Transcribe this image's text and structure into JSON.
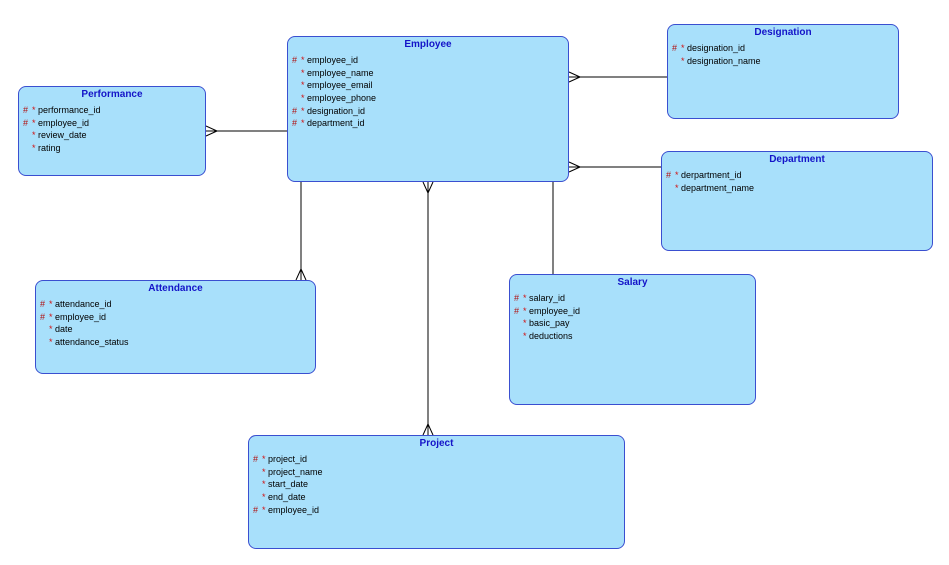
{
  "entities": {
    "employee": {
      "title": "Employee",
      "attributes": [
        {
          "key": "#",
          "req": "*",
          "name": "employee_id"
        },
        {
          "key": "",
          "req": "*",
          "name": "employee_name"
        },
        {
          "key": "",
          "req": "*",
          "name": "employee_email"
        },
        {
          "key": "",
          "req": "*",
          "name": "employee_phone"
        },
        {
          "key": "#",
          "req": "*",
          "name": "designation_id"
        },
        {
          "key": "#",
          "req": "*",
          "name": "department_id"
        }
      ]
    },
    "designation": {
      "title": "Designation",
      "attributes": [
        {
          "key": "#",
          "req": "*",
          "name": "designation_id"
        },
        {
          "key": "",
          "req": "*",
          "name": "designation_name"
        }
      ]
    },
    "performance": {
      "title": "Performance",
      "attributes": [
        {
          "key": "#",
          "req": "*",
          "name": "performance_id"
        },
        {
          "key": "#",
          "req": "*",
          "name": "employee_id"
        },
        {
          "key": "",
          "req": "*",
          "name": "review_date"
        },
        {
          "key": "",
          "req": "*",
          "name": "rating"
        }
      ]
    },
    "department": {
      "title": "Department",
      "attributes": [
        {
          "key": "#",
          "req": "*",
          "name": "derpartment_id"
        },
        {
          "key": "",
          "req": "*",
          "name": "department_name"
        }
      ]
    },
    "attendance": {
      "title": "Attendance",
      "attributes": [
        {
          "key": "#",
          "req": "*",
          "name": "attendance_id"
        },
        {
          "key": "#",
          "req": "*",
          "name": "employee_id"
        },
        {
          "key": "",
          "req": "*",
          "name": "date"
        },
        {
          "key": "",
          "req": "*",
          "name": "attendance_status"
        }
      ]
    },
    "salary": {
      "title": "Salary",
      "attributes": [
        {
          "key": "#",
          "req": "*",
          "name": "salary_id"
        },
        {
          "key": "#",
          "req": "*",
          "name": "employee_id"
        },
        {
          "key": "",
          "req": "*",
          "name": "basic_pay"
        },
        {
          "key": "",
          "req": "*",
          "name": "deductions"
        }
      ]
    },
    "project": {
      "title": "Project",
      "attributes": [
        {
          "key": "#",
          "req": "*",
          "name": "project_id"
        },
        {
          "key": "",
          "req": "*",
          "name": "project_name"
        },
        {
          "key": "",
          "req": "*",
          "name": "start_date"
        },
        {
          "key": "",
          "req": "*",
          "name": "end_date"
        },
        {
          "key": "#",
          "req": "*",
          "name": "employee_id"
        }
      ]
    }
  },
  "colors": {
    "entity_fill": "#a8e0fb",
    "entity_border": "#3a4fd0",
    "title_text": "#1414c8",
    "key_marker": "#b01010",
    "connector": "#000000"
  }
}
